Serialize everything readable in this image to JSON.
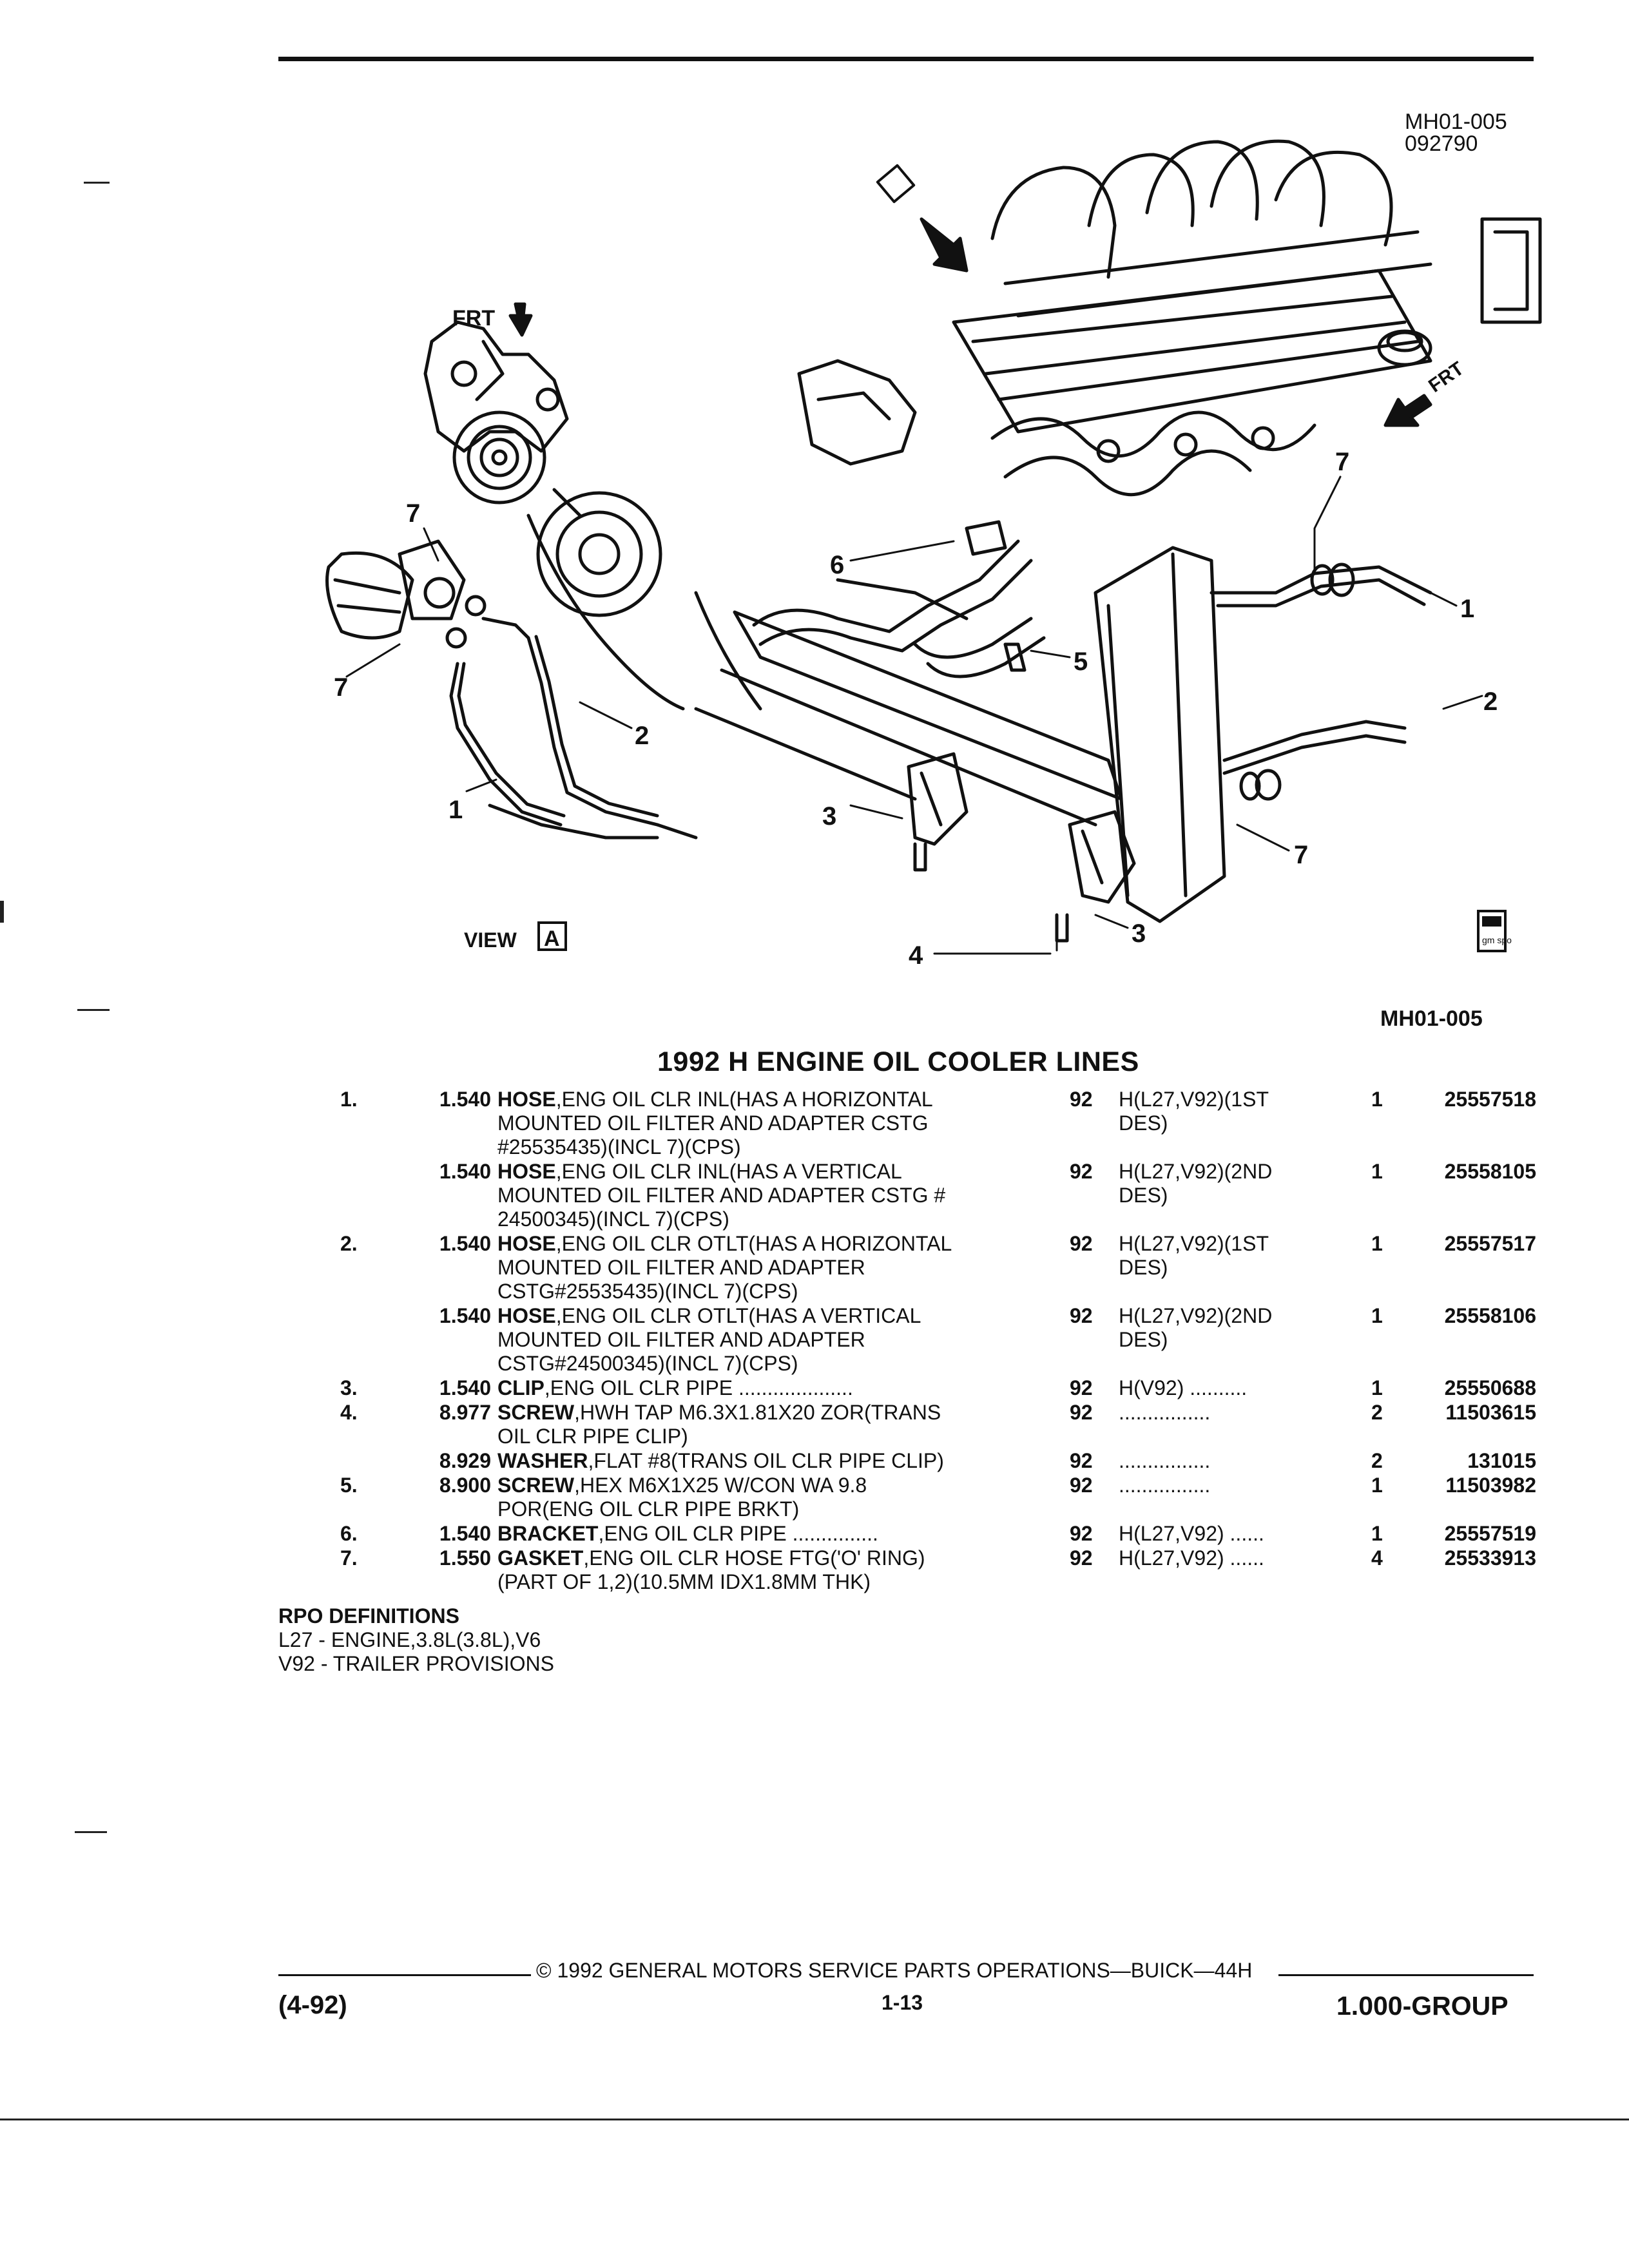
{
  "header": {
    "illustration_id": "MH01-005",
    "illustration_date": "092790"
  },
  "diagram": {
    "front_marker": "FRT",
    "view_label": "VIEW",
    "view_letter": "A",
    "callout_1": "1",
    "callout_2": "2",
    "callout_3": "3",
    "callout_4": "4",
    "callout_5": "5",
    "callout_6": "6",
    "callout_7": "7",
    "logo_text": "gm spo"
  },
  "figure_id": "MH01-005",
  "title": "1992 H ENGINE OIL COOLER LINES",
  "parts": [
    {
      "item": "1.",
      "group": "1.540",
      "name": "HOSE",
      "desc": ",ENG OIL CLR INL(HAS A HORIZONTAL\nMOUNTED OIL FILTER AND ADAPTER CSTG\n#25535435)(INCL 7)(CPS)",
      "year": "92",
      "usage": "H(L27,V92)(1ST\nDES)",
      "qty": "1",
      "part": "25557518"
    },
    {
      "item": "",
      "group": "1.540",
      "name": "HOSE",
      "desc": ",ENG OIL CLR INL(HAS A VERTICAL\nMOUNTED OIL FILTER AND ADAPTER CSTG #\n24500345)(INCL 7)(CPS)",
      "year": "92",
      "usage": "H(L27,V92)(2ND\nDES)",
      "qty": "1",
      "part": "25558105"
    },
    {
      "item": "2.",
      "group": "1.540",
      "name": "HOSE",
      "desc": ",ENG OIL CLR OTLT(HAS A HORIZONTAL\nMOUNTED OIL FILTER AND ADAPTER\nCSTG#25535435)(INCL 7)(CPS)",
      "year": "92",
      "usage": "H(L27,V92)(1ST\nDES)",
      "qty": "1",
      "part": "25557517"
    },
    {
      "item": "",
      "group": "1.540",
      "name": "HOSE",
      "desc": ",ENG OIL CLR OTLT(HAS A VERTICAL\nMOUNTED OIL FILTER AND ADAPTER\nCSTG#24500345)(INCL 7)(CPS)",
      "year": "92",
      "usage": "H(L27,V92)(2ND\nDES)",
      "qty": "1",
      "part": "25558106"
    },
    {
      "item": "3.",
      "group": "1.540",
      "name": "CLIP",
      "desc": ",ENG OIL CLR PIPE ....................",
      "year": "92",
      "usage": "H(V92) ..........",
      "qty": "1",
      "part": "25550688"
    },
    {
      "item": "4.",
      "group": "8.977",
      "name": "SCREW",
      "desc": ",HWH TAP M6.3X1.81X20 ZOR(TRANS\nOIL CLR PIPE CLIP)",
      "year": "92",
      "usage": "................",
      "qty": "2",
      "part": "11503615"
    },
    {
      "item": "",
      "group": "8.929",
      "name": "WASHER",
      "desc": ",FLAT #8(TRANS OIL CLR PIPE CLIP)",
      "year": "92",
      "usage": "................",
      "qty": "2",
      "part": "131015"
    },
    {
      "item": "5.",
      "group": "8.900",
      "name": "SCREW",
      "desc": ",HEX M6X1X25 W/CON WA 9.8\nPOR(ENG OIL CLR PIPE BRKT)",
      "year": "92",
      "usage": "................",
      "qty": "1",
      "part": "11503982"
    },
    {
      "item": "6.",
      "group": "1.540",
      "name": "BRACKET",
      "desc": ",ENG OIL CLR PIPE ...............",
      "year": "92",
      "usage": "H(L27,V92) ......",
      "qty": "1",
      "part": "25557519"
    },
    {
      "item": "7.",
      "group": "1.550",
      "name": "GASKET",
      "desc": ",ENG OIL CLR HOSE FTG('O' RING)\n(PART OF 1,2)(10.5MM IDX1.8MM THK)",
      "year": "92",
      "usage": "H(L27,V92) ......",
      "qty": "4",
      "part": "25533913"
    }
  ],
  "rpo": {
    "heading": "RPO DEFINITIONS",
    "lines": [
      "L27 - ENGINE,3.8L(3.8L),V6",
      "V92 - TRAILER PROVISIONS"
    ]
  },
  "footer": {
    "copyright": "©  1992  GENERAL MOTORS SERVICE PARTS OPERATIONS—BUICK—44H",
    "date": "(4-92)",
    "page": "1-13",
    "group": "1.000-GROUP"
  }
}
